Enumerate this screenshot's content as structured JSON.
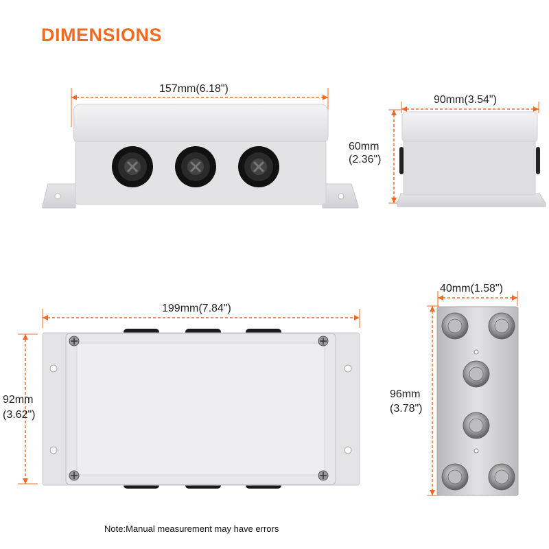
{
  "header": {
    "title": "DIMENSIONS"
  },
  "views": {
    "side": {
      "width_label": "157mm(6.18\")"
    },
    "end": {
      "width_label": "90mm(3.54\")",
      "height_line1": "60mm",
      "height_line2": "(2.36\")"
    },
    "top": {
      "length_label": "199mm(7.84\")",
      "height_line1": "92mm",
      "height_line2": "(3.62\")"
    },
    "busbar": {
      "width_label": "40mm(1.58\")",
      "height_line1": "96mm",
      "height_line2": "(3.78\")"
    }
  },
  "footer": {
    "note": "Note:Manual measurement may have errors"
  },
  "colors": {
    "accent": "#ef6a23",
    "enclosure": "#e6e6e8",
    "gland": "#1a1a1a",
    "steel": "#c9c9cb"
  },
  "icons": [
    "cable-gland-icon",
    "screw-icon",
    "mounting-hole-icon",
    "stud-terminal-icon"
  ]
}
